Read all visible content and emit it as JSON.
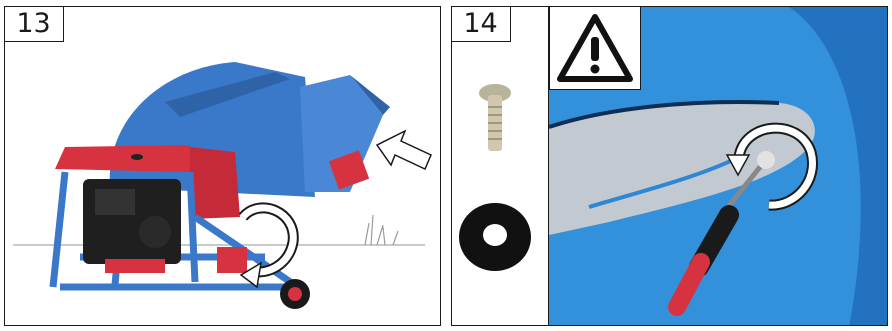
{
  "steps": [
    {
      "number": "13",
      "image": "saw-guard-removal"
    },
    {
      "number": "14",
      "image": "blade-bolt-removal"
    }
  ],
  "icons": {
    "rotation_arrow": "rotate-arrow-icon",
    "direction_arrow": "direction-arrow-icon",
    "warning": "warning-triangle-icon",
    "screw": "screw-icon",
    "washer": "washer-icon"
  },
  "colors": {
    "machine_blue": "#3a78c9",
    "machine_red": "#d6323f",
    "background_blue": "#2e86d4",
    "frame_line": "#1a1a1a"
  }
}
